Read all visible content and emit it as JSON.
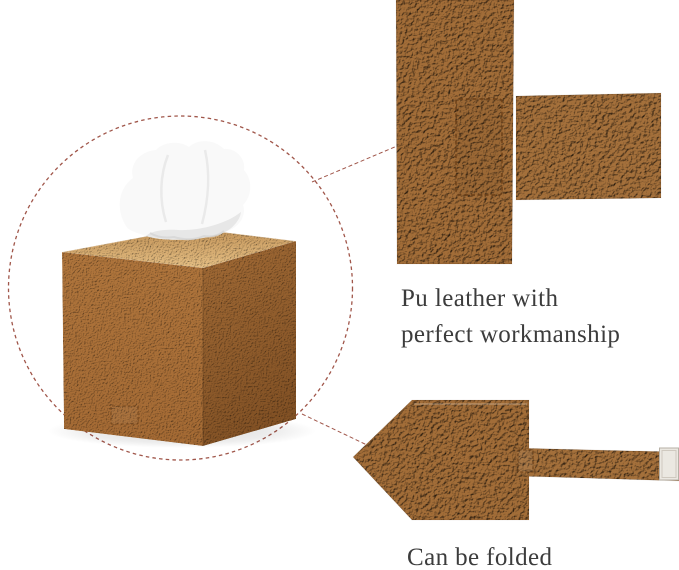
{
  "captions": {
    "workmanship_line1": "Pu leather with",
    "workmanship_line2": "perfect workmanship",
    "folded": "Can be folded"
  },
  "colors": {
    "background": "#ffffff",
    "callout": "#a0564a",
    "text": "#3c3c3c",
    "leather": "#9a6530",
    "leather_strap": "#9c6833",
    "stitch": "#6b3f17",
    "cube_front_top": "#a76d34",
    "cube_front_bottom": "#9c622c",
    "cube_top_front": "#ddb77c",
    "cube_top_back": "#b9894e",
    "cube_right_top": "#9a632e",
    "cube_right_bottom": "#7b4a1d",
    "tissue": "#f9f9f9",
    "tissue_shade": "#e0e0e0",
    "clasp": "#ebe8e1"
  },
  "figures": {
    "product": "tissue-box-cover-photo",
    "detail_top": "stitched-strap-detail-photo",
    "detail_bottom": "folded-flap-with-strap-photo"
  }
}
